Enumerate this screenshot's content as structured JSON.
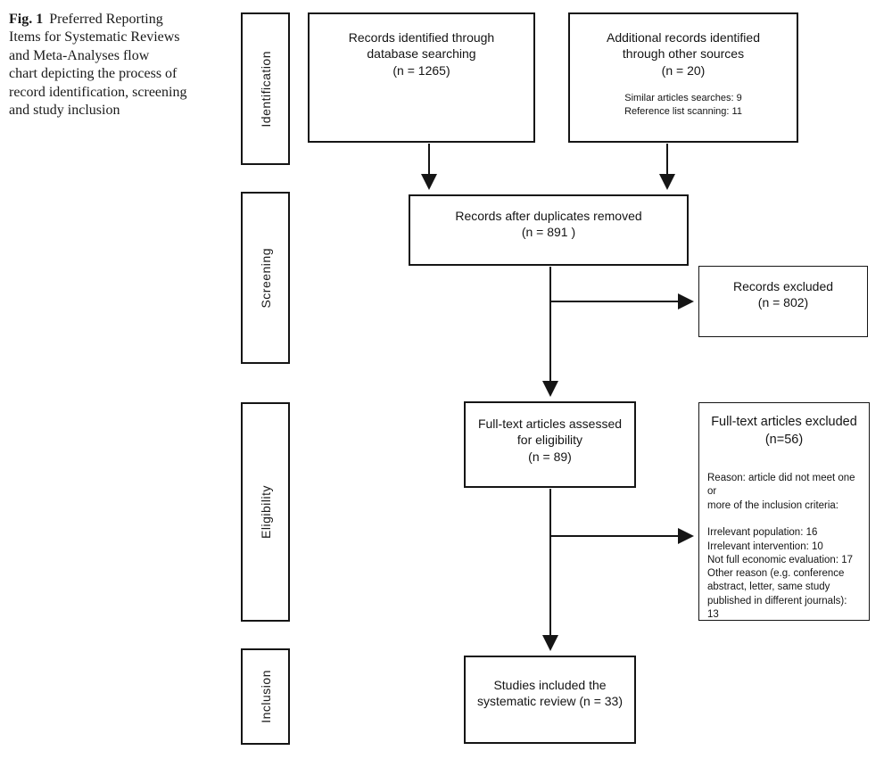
{
  "figure_caption": {
    "label": "Fig. 1",
    "text": "Preferred Reporting\nItems for Systematic Reviews\nand Meta-Analyses flow\nchart depicting the process of\nrecord identification, screening\nand study inclusion"
  },
  "stages": {
    "identification": "Identification",
    "screening": "Screening",
    "eligibility": "Eligibility",
    "inclusion": "Inclusion"
  },
  "boxes": {
    "database_search": {
      "text": "Records identified through\ndatabase searching\n(n = 1265)"
    },
    "other_sources": {
      "text": "Additional records identified\nthrough other sources\n(n = 20)",
      "subtext": "Similar articles searches: 9\nReference list scanning: 11"
    },
    "duplicates_removed": {
      "text": "Records after duplicates removed\n(n = 891 )"
    },
    "records_excluded": {
      "text": "Records excluded\n(n = 802)"
    },
    "fulltext_assessed": {
      "text": "Full-text articles assessed\nfor eligibility\n(n = 89)"
    },
    "fulltext_excluded": {
      "title": "Full-text articles excluded\n(n=56)",
      "body": "Reason: article did not meet one or\nmore of the inclusion criteria:\n\nIrrelevant population: 16\nIrrelevant intervention: 10\nNot full economic evaluation: 17\nOther reason (e.g. conference\nabstract, letter, same study\npublished in different journals): 13"
    },
    "studies_included": {
      "text": "Studies included the\nsystematic review (n = 33)"
    }
  },
  "colors": {
    "line": "#151515",
    "background": "#ffffff",
    "text": "#141414"
  }
}
